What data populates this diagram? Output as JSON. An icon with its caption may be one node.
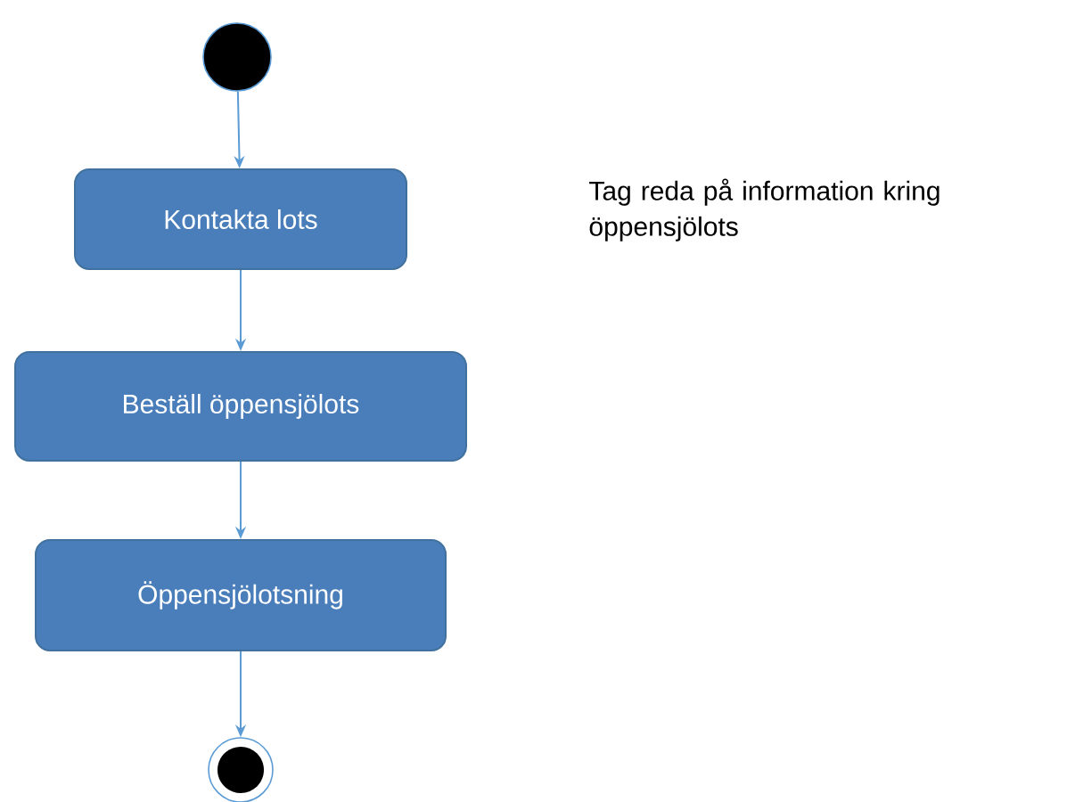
{
  "diagram": {
    "nodes": [
      {
        "text": [],
        "shape": "circle"
      },
      {
        "text": [
          "Kontakta lots"
        ]
      },
      {
        "text": [
          "Beställ öppensjölots"
        ]
      },
      {
        "text": [
          "Öppensjölotsning"
        ]
      },
      {
        "text": [],
        "shape": "circle"
      }
    ],
    "edges": [
      {
        "from": 0,
        "to": 1,
        "arrow": "to"
      },
      {
        "from": 1,
        "to": 2,
        "arrow": "to"
      },
      {
        "from": 2,
        "to": 3,
        "arrow": "to"
      },
      {
        "from": 3,
        "to": 4,
        "arrow": "to"
      }
    ],
    "labels": [
      "Tag reda på information kring öppensjölots"
    ]
  }
}
